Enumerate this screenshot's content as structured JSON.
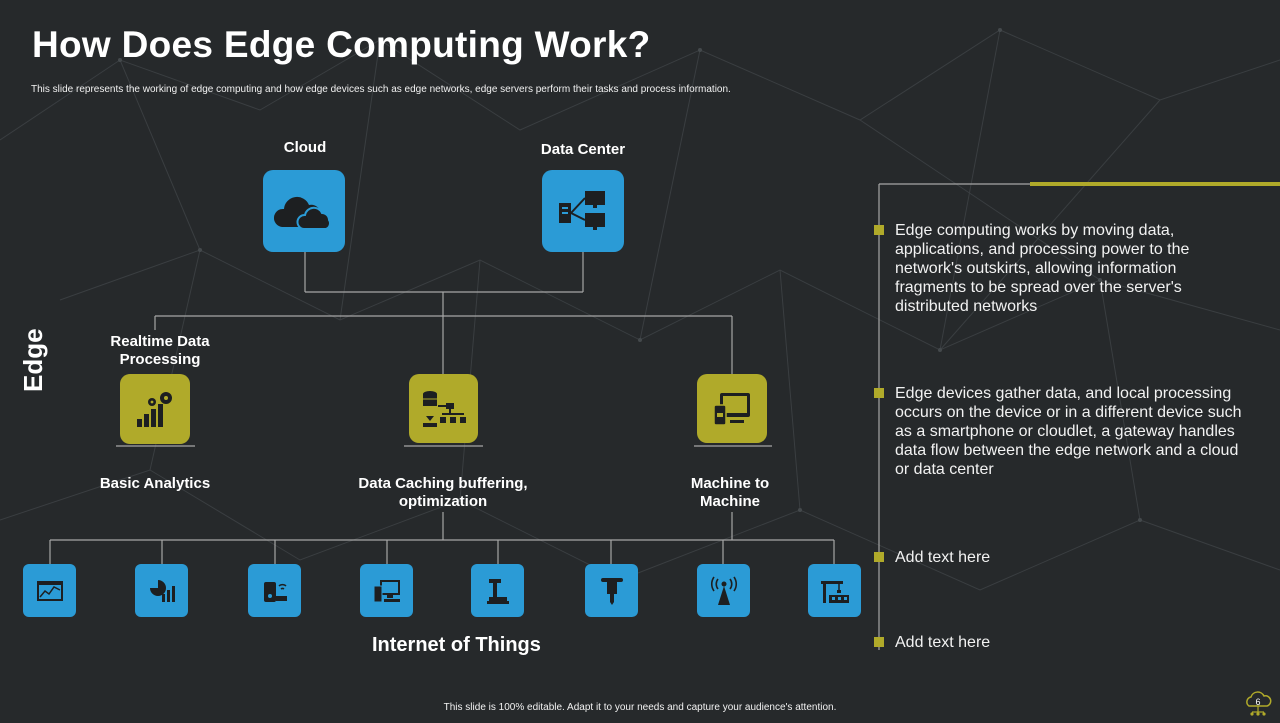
{
  "slide": {
    "title": "How Does Edge Computing Work?",
    "subtitle": "This slide represents the working of edge computing and how edge devices such as edge networks, edge servers perform their tasks and process information.",
    "footer": "This slide is 100% editable.  Adapt it to your needs and capture your audience's attention.",
    "page_number": "6"
  },
  "diagram": {
    "top": [
      {
        "label": "Cloud",
        "icon": "cloud-icon"
      },
      {
        "label": "Data Center",
        "icon": "server-icon"
      }
    ],
    "edge_label": "Edge",
    "middle": [
      {
        "top_label": "Realtime Data Processing",
        "bottom_label": "Basic Analytics",
        "icon": "analytics-gears-icon"
      },
      {
        "top_label": "",
        "bottom_label": "Data Caching buffering, optimization",
        "icon": "database-flow-icon"
      },
      {
        "top_label": "",
        "bottom_label": "Machine to Machine",
        "icon": "machine-to-machine-icon"
      }
    ],
    "iot_label": "Internet of Things",
    "iot_icons": [
      "dashboard-screen-icon",
      "pie-bar-chart-icon",
      "smart-device-icon",
      "monitor-devices-icon",
      "robotic-arm-icon",
      "jackhammer-icon",
      "antenna-tower-icon",
      "factory-crane-icon"
    ]
  },
  "bullets": [
    "Edge computing works by moving data, applications, and processing power to the network's outskirts, allowing information fragments to be spread over the server's distributed networks",
    "Edge devices gather data, and local processing occurs on the device or in a different device such as a smartphone or cloudlet, a gateway handles data flow between the edge network and a cloud or data center",
    "Add text here",
    "Add text here"
  ],
  "colors": {
    "background": "#26292b",
    "accent_blue": "#2b9bd6",
    "accent_olive": "#b0aa2a",
    "connector": "#a6a6a6"
  }
}
